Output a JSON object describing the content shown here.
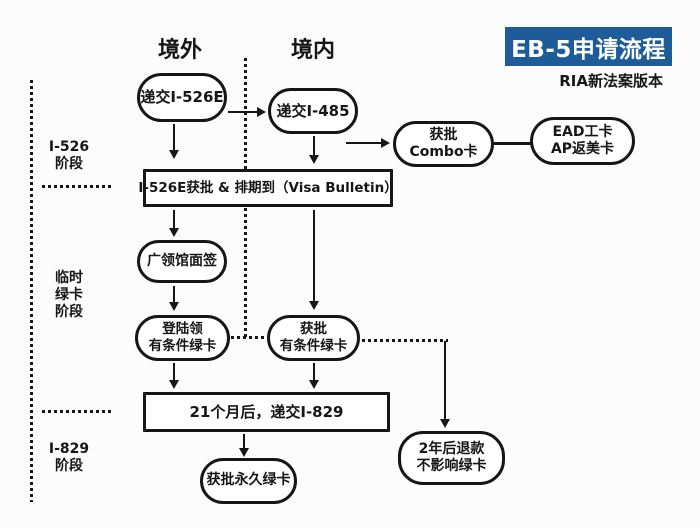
{
  "title": {
    "banner": "EB-5申请流程",
    "subtitle": "RIA新法案版本"
  },
  "columns": {
    "overseas": "境外",
    "domestic": "境内"
  },
  "stages": [
    {
      "lines": [
        "I-526",
        "阶段"
      ]
    },
    {
      "lines": [
        "临时",
        "绿卡",
        "阶段"
      ]
    },
    {
      "lines": [
        "I-829",
        "阶段"
      ]
    }
  ],
  "nodes": {
    "submit_i526e": {
      "label": "递交I-526E"
    },
    "submit_i485": {
      "label": "递交I-485"
    },
    "combo": {
      "line1": "获批",
      "line2": "Combo卡"
    },
    "ead": {
      "line1": "EAD工卡",
      "line2": "AP返美卡"
    },
    "visa_bulletin": {
      "label": "I-526E获批 & 排期到（Visa Bulletin）"
    },
    "consulate": {
      "label": "广领馆面签"
    },
    "land_conditional": {
      "line1": "登陆领",
      "line2": "有条件绿卡"
    },
    "approved_conditional": {
      "line1": "获批",
      "line2": "有条件绿卡"
    },
    "file_i829": {
      "label": "21个月后，递交I-829"
    },
    "permanent_green": {
      "label": "获批永久绿卡"
    },
    "refund": {
      "line1": "2年后退款",
      "line2": "不影响绿卡"
    }
  },
  "colors": {
    "banner_bg": "#1d5c99",
    "banner_text": "#ffffff",
    "ink": "#161616"
  }
}
